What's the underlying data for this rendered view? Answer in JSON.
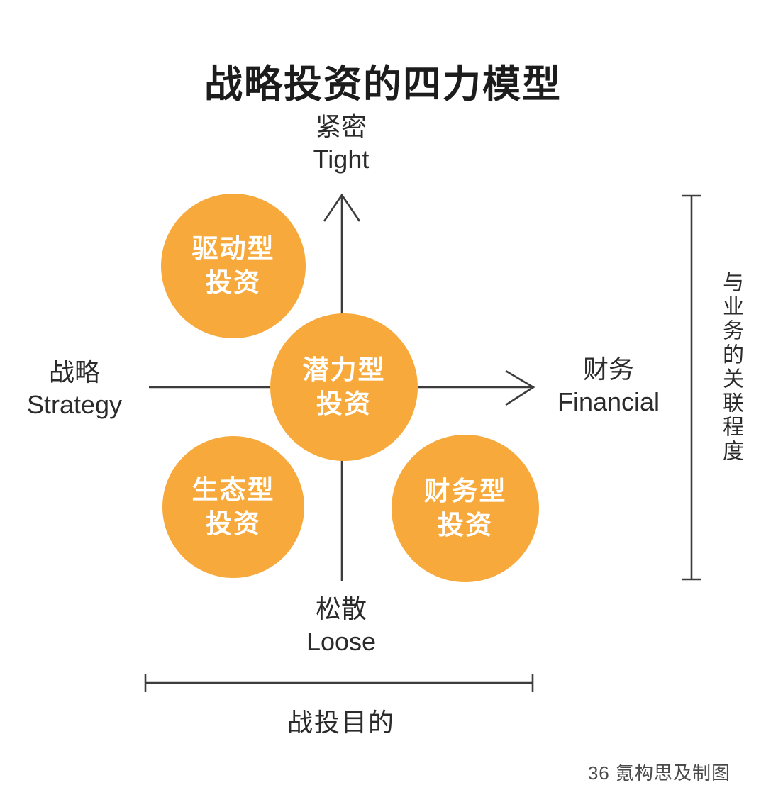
{
  "title": "战略投资的四力模型",
  "colors": {
    "bg": "#ffffff",
    "circle-fill": "#F7A93B",
    "line-color": "#3C3C3E",
    "text-dark": "#2B2B2B",
    "credit-color": "#4A4A4A"
  },
  "axes": {
    "top": {
      "zh": "紧密",
      "en": "Tight"
    },
    "bottom": {
      "zh": "松散",
      "en": "Loose"
    },
    "left": {
      "zh": "战略",
      "en": "Strategy"
    },
    "right": {
      "zh": "财务",
      "en": "Financial"
    }
  },
  "circles": [
    {
      "line1": "驱动型",
      "line2": "投资"
    },
    {
      "line1": "潜力型",
      "line2": "投资"
    },
    {
      "line1": "生态型",
      "line2": "投资"
    },
    {
      "line1": "财务型",
      "line2": "投资"
    }
  ],
  "right_bracket_label": "与业务的关联程度",
  "bottom_bracket_label": "战投目的",
  "credit": "36 氪构思及制图"
}
